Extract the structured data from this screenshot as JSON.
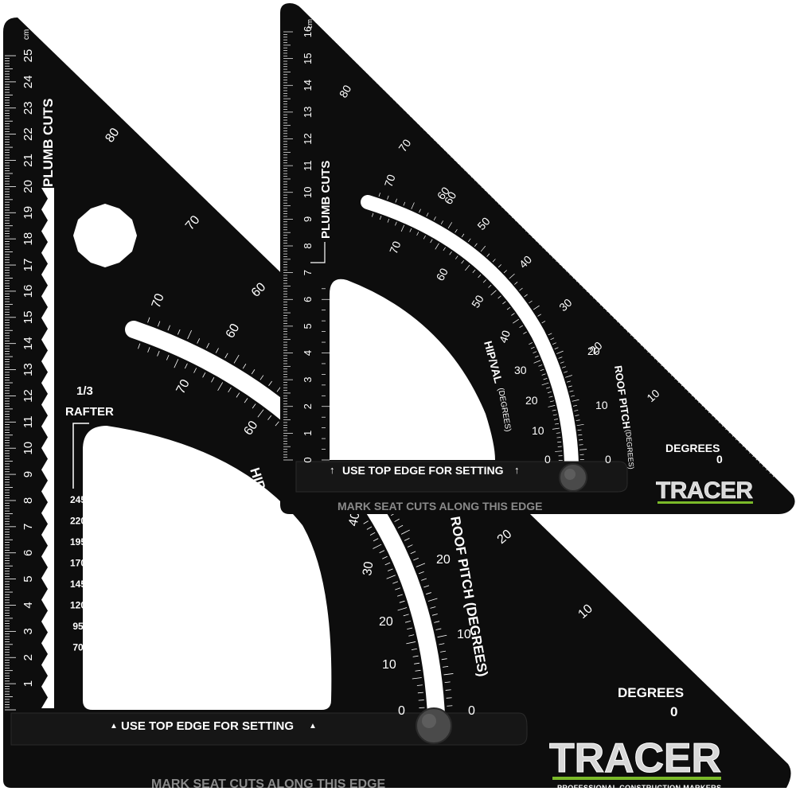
{
  "colors": {
    "body": "#0d0d0d",
    "marking": "#ffffff",
    "slot": "#ffffff",
    "knob": "#4a4a4a",
    "brand_accent": "#7ab929",
    "edge_text": "#8a8a8a",
    "background": "#ffffff"
  },
  "large_square": {
    "plumb_label": "PLUMB CUTS",
    "rafter_label_line1": "1/3",
    "rafter_label_line2": "RAFTER",
    "rafter_values": [
      "245",
      "220",
      "195",
      "170",
      "145",
      "120",
      "95",
      "70"
    ],
    "ruler_numbers": [
      "1",
      "2",
      "3",
      "4",
      "5",
      "6",
      "7",
      "8",
      "9",
      "10",
      "11",
      "12",
      "13",
      "14",
      "15",
      "16",
      "17",
      "18",
      "19",
      "20",
      "21",
      "22",
      "23",
      "24",
      "25"
    ],
    "ruler_unit": "cm",
    "hypotenuse_numbers": [
      "80",
      "70",
      "60"
    ],
    "arc_outer_numbers": [
      "70",
      "60"
    ],
    "arc_inner_numbers": [
      "70",
      "60"
    ],
    "hip_val_label": "HIP/VAL (DEGREES)",
    "hip_val_numbers": [
      "40",
      "30",
      "20",
      "10",
      "0"
    ],
    "roof_pitch_label": "ROOF PITCH (DEGREES)",
    "roof_pitch_numbers": [
      "20",
      "10",
      "0"
    ],
    "degrees_numbers": [
      "20",
      "10"
    ],
    "degrees_label": "DEGREES",
    "degrees_zero": "0",
    "top_edge_text": "USE TOP EDGE FOR SETTING",
    "seat_text": "MARK SEAT CUTS ALONG THIS EDGE",
    "brand": "TRACER",
    "brand_tagline": "PROFESSIONAL CONSTRUCTION MARKERS",
    "knob_icon": "knob-icon"
  },
  "small_square": {
    "plumb_label": "PLUMB CUTS",
    "ruler_numbers": [
      "0",
      "1",
      "2",
      "3",
      "4",
      "5",
      "6",
      "7",
      "8",
      "9",
      "10",
      "11",
      "12",
      "13",
      "14",
      "15",
      "16"
    ],
    "ruler_unit": "cm",
    "hypotenuse_numbers": [
      "80",
      "70",
      "60",
      "50",
      "40",
      "30",
      "20",
      "10"
    ],
    "arc_outer_numbers": [
      "70",
      "60"
    ],
    "arc_inner_numbers": [
      "70",
      "60",
      "50",
      "40",
      "30",
      "20",
      "10",
      "0"
    ],
    "extra_number": "40",
    "hip_val_label": "HIP/VAL",
    "hip_val_unit": "(DEGREES)",
    "roof_pitch_label": "ROOF PITCH",
    "roof_pitch_unit": "(DEGREES)",
    "roof_pitch_numbers": [
      "20",
      "10",
      "0"
    ],
    "degrees_label": "DEGREES",
    "degrees_zero": "0",
    "top_edge_text": "USE TOP EDGE FOR SETTING",
    "seat_text": "MARK SEAT CUTS ALONG THIS EDGE",
    "brand": "TRACER",
    "knob_icon": "knob-icon"
  }
}
